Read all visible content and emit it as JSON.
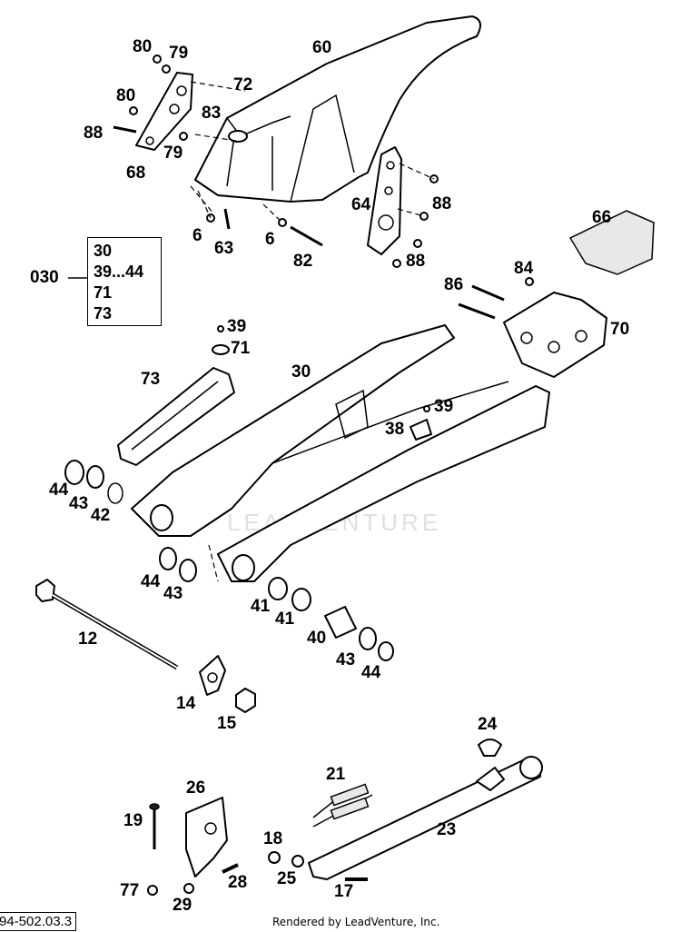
{
  "diagram": {
    "callouts": [
      {
        "id": "80a",
        "text": "80"
      },
      {
        "id": "79a",
        "text": "79"
      },
      {
        "id": "60",
        "text": "60"
      },
      {
        "id": "80b",
        "text": "80"
      },
      {
        "id": "72",
        "text": "72"
      },
      {
        "id": "83",
        "text": "83"
      },
      {
        "id": "88a",
        "text": "88"
      },
      {
        "id": "79b",
        "text": "79"
      },
      {
        "id": "68",
        "text": "68"
      },
      {
        "id": "64",
        "text": "64"
      },
      {
        "id": "88b",
        "text": "88"
      },
      {
        "id": "6a",
        "text": "6"
      },
      {
        "id": "63",
        "text": "63"
      },
      {
        "id": "6b",
        "text": "6"
      },
      {
        "id": "82",
        "text": "82"
      },
      {
        "id": "88c",
        "text": "88"
      },
      {
        "id": "66",
        "text": "66"
      },
      {
        "id": "84",
        "text": "84"
      },
      {
        "id": "86",
        "text": "86"
      },
      {
        "id": "70",
        "text": "70"
      },
      {
        "id": "39a",
        "text": "39"
      },
      {
        "id": "71",
        "text": "71"
      },
      {
        "id": "73",
        "text": "73"
      },
      {
        "id": "30",
        "text": "30"
      },
      {
        "id": "39b",
        "text": "39"
      },
      {
        "id": "38",
        "text": "38"
      },
      {
        "id": "44a",
        "text": "44"
      },
      {
        "id": "43a",
        "text": "43"
      },
      {
        "id": "42",
        "text": "42"
      },
      {
        "id": "44b",
        "text": "44"
      },
      {
        "id": "43b",
        "text": "43"
      },
      {
        "id": "41a",
        "text": "41"
      },
      {
        "id": "41b",
        "text": "41"
      },
      {
        "id": "40",
        "text": "40"
      },
      {
        "id": "43c",
        "text": "43"
      },
      {
        "id": "44c",
        "text": "44"
      },
      {
        "id": "12",
        "text": "12"
      },
      {
        "id": "14",
        "text": "14"
      },
      {
        "id": "15",
        "text": "15"
      },
      {
        "id": "24",
        "text": "24"
      },
      {
        "id": "21",
        "text": "21"
      },
      {
        "id": "26",
        "text": "26"
      },
      {
        "id": "19",
        "text": "19"
      },
      {
        "id": "23",
        "text": "23"
      },
      {
        "id": "18",
        "text": "18"
      },
      {
        "id": "25",
        "text": "25"
      },
      {
        "id": "28",
        "text": "28"
      },
      {
        "id": "77",
        "text": "77"
      },
      {
        "id": "29",
        "text": "29"
      },
      {
        "id": "17",
        "text": "17"
      }
    ],
    "group": {
      "label": "030",
      "items": [
        "30",
        "39...44",
        "71",
        "73"
      ]
    },
    "reference_code": "94-502.03.3",
    "footer": "Rendered by LeadVenture, Inc.",
    "watermark": "LEADVENTURE"
  }
}
